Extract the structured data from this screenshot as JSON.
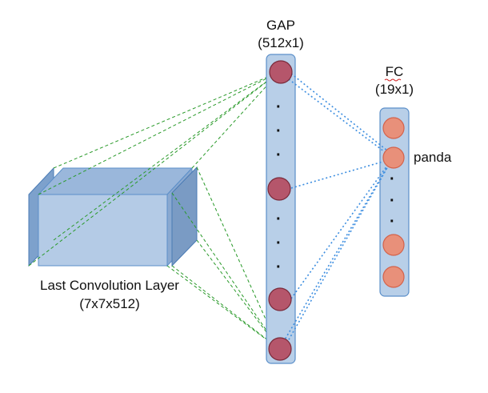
{
  "gap": {
    "title": "GAP",
    "size": "(512x1)"
  },
  "fc": {
    "title": "FC",
    "size": "(19x1)",
    "highlight_label": "panda"
  },
  "conv": {
    "title": "Last Convolution Layer",
    "size": "(7x7x512)"
  },
  "vertical_dots": "·",
  "colors": {
    "column_fill": "#b8cfe8",
    "column_stroke": "#5b8fc9",
    "gap_node_fill": "#b5566b",
    "gap_node_stroke": "#7a2a3a",
    "fc_node_fill": "#e8907a",
    "fc_node_stroke": "#d4624a",
    "green_line": "#2a9a2a",
    "blue_line": "#3d8ee0",
    "block_face": "#b4cbe6",
    "block_side": "#7a9bc4"
  }
}
